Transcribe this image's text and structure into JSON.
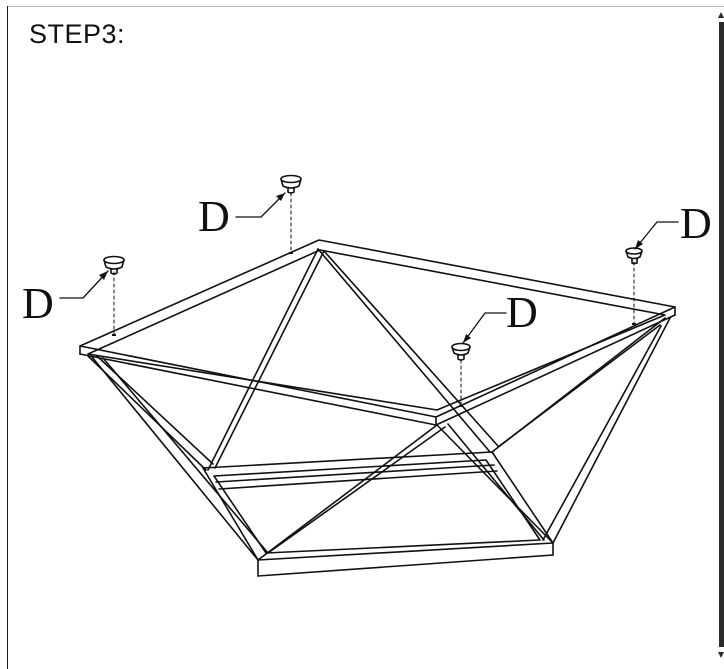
{
  "step": {
    "title": "STEP3:"
  },
  "parts": [
    {
      "label": "D"
    },
    {
      "label": "D"
    },
    {
      "label": "D"
    },
    {
      "label": "D"
    }
  ],
  "colors": {
    "line": "#111111",
    "frame": "#1a1a1a"
  }
}
